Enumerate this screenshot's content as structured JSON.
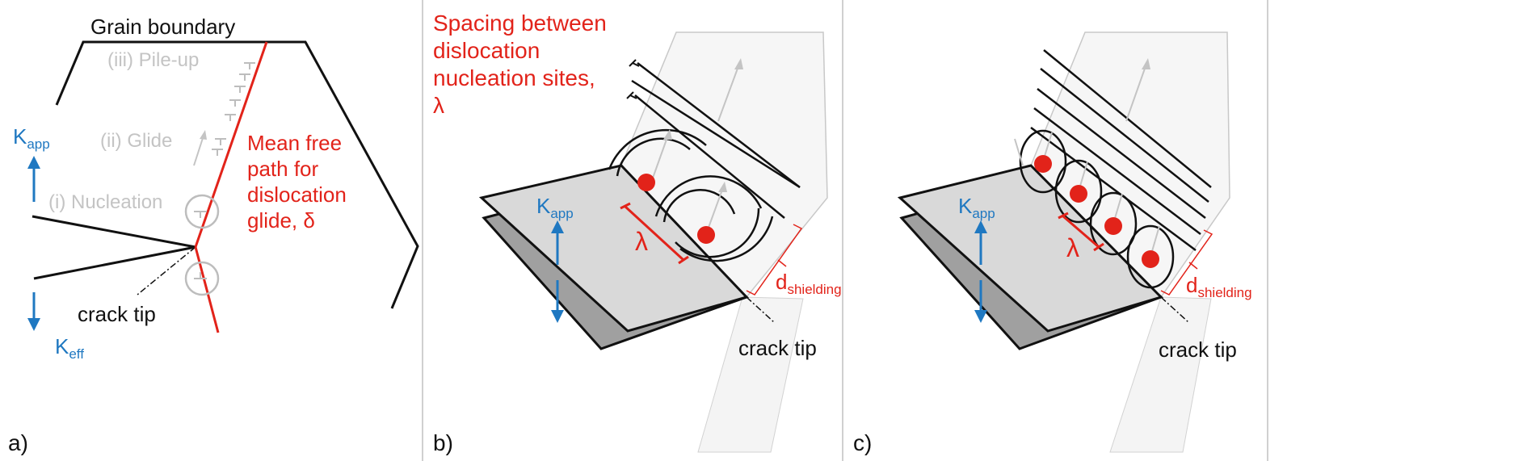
{
  "panel_a": {
    "label": "a)",
    "grain_boundary": "Grain boundary",
    "pile_up": "(iii) Pile-up",
    "glide": "(ii) Glide",
    "nucleation": "(i) Nucleation",
    "k_app_main": "K",
    "k_app_sub": "app",
    "k_eff_main": "K",
    "k_eff_sub": "eff",
    "crack_tip": "crack tip",
    "mean_free_path": [
      "Mean free",
      "path for",
      "dislocation",
      "glide, δ"
    ]
  },
  "panel_b": {
    "label": "b)",
    "spacing_title": [
      "Spacing between",
      "dislocation",
      "nucleation sites,",
      "λ"
    ],
    "k_app_main": "K",
    "k_app_sub": "app",
    "lambda": "λ",
    "d_main": "d",
    "d_sub": "shielding",
    "crack_tip": "crack tip"
  },
  "panel_c": {
    "label": "c)",
    "k_app_main": "K",
    "k_app_sub": "app",
    "lambda": "λ",
    "d_main": "d",
    "d_sub": "shielding",
    "crack_tip": "crack tip"
  },
  "colors": {
    "red": "#e2231a",
    "blue": "#1f78c1",
    "grey": "#c4c4c4",
    "plane_fill": "#d9d9d9"
  }
}
